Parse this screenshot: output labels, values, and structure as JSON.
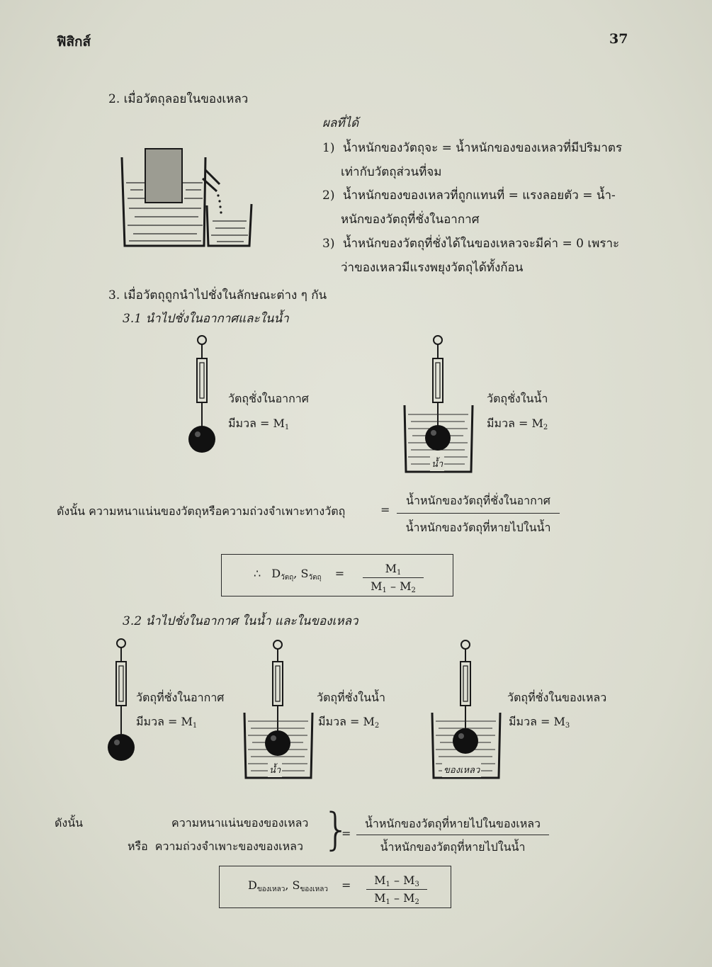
{
  "header": {
    "title": "ฟิสิกส์",
    "page_number": "37"
  },
  "section2": {
    "heading": "2.  เมื่อวัตถุลอยในของเหลว",
    "results_title": "ผลที่ได้",
    "results": [
      {
        "num": "1)",
        "line1": "น้ำหนักของวัตถุจะ  =  น้ำหนักของของเหลวที่มีปริมาตร",
        "line2": "เท่ากับวัตถุส่วนที่จม"
      },
      {
        "num": "2)",
        "line1": "น้ำหนักของของเหลวที่ถูกแทนที่  =  แรงลอยตัว  =  น้ำ-",
        "line2": "หนักของวัตถุที่ชั่งในอากาศ"
      },
      {
        "num": "3)",
        "line1": "น้ำหนักของวัตถุที่ชั่งได้ในของเหลวจะมีค่า  =  0  เพราะ",
        "line2": "ว่าของเหลวมีแรงพยุงวัตถุได้ทั้งก้อน"
      }
    ]
  },
  "section3": {
    "heading": "3.  เมื่อวัตถุถูกนำไปชั่งในลักษณะต่าง ๆ กัน",
    "sub1": {
      "title": "3.1  นำไปชั่งในอากาศและในน้ำ",
      "air_label": "วัตถุชั่งในอากาศ",
      "air_mass": "มีมวล  =  M",
      "air_mass_sub": "1",
      "water_label": "วัตถุชั่งในน้ำ",
      "water_mass": "มีมวล  =  M",
      "water_mass_sub": "2",
      "beaker_label": "น้ำ",
      "therefore": "ดังนั้น  ความหนาแน่นของวัตถุหรือความถ่วงจำเพาะทางวัตถุ",
      "eq": "=",
      "numerator": "น้ำหนักของวัตถุที่ชั่งในอากาศ",
      "denominator": "น้ำหนักของวัตถุที่หายไปในน้ำ",
      "formula": {
        "therefore_sym": "∴",
        "d": "D",
        "d_sub": "วัตถุ",
        "sep": ", S",
        "s_sub": "วัตถุ",
        "eq": "=",
        "num": "M",
        "num_sub": "1",
        "den_a": "M",
        "den_a_sub": "1",
        "den_op": " – M",
        "den_b_sub": "2"
      }
    },
    "sub2": {
      "title": "3.2  นำไปชั่งในอากาศ  ในน้ำ  และในของเหลว",
      "air_label": "วัตถุที่ชั่งในอากาศ",
      "air_mass": "มีมวล  =  M",
      "air_mass_sub": "1",
      "water_label": "วัตถุที่ชั่งในน้ำ",
      "water_mass": "มีมวล  =  M",
      "water_mass_sub": "2",
      "liquid_label": "วัตถุที่ชั่งในของเหลว",
      "liquid_mass": "มีมวล  =  M",
      "liquid_mass_sub": "3",
      "beaker_water": "น้ำ",
      "beaker_liquid": "ของเหลว",
      "therefore": "ดังนั้น",
      "line_a": "ความหนาแน่นของของเหลว",
      "line_b_prefix": "หรือ",
      "line_b": "ความถ่วงจำเพาะของของเหลว",
      "eq": "=",
      "numerator": "น้ำหนักของวัตถุที่หายไปในของเหลว",
      "denominator": "น้ำหนักของวัตถุที่หายไปในน้ำ",
      "formula": {
        "d": "D",
        "d_sub": "ของเหลว",
        "sep": ", S",
        "s_sub": "ของเหลว",
        "eq": "=",
        "num_a": "M",
        "num_a_sub": "1",
        "num_op": " – M",
        "num_b_sub": "3",
        "den_a": "M",
        "den_a_sub": "1",
        "den_op": " – M",
        "den_b_sub": "2"
      }
    }
  }
}
